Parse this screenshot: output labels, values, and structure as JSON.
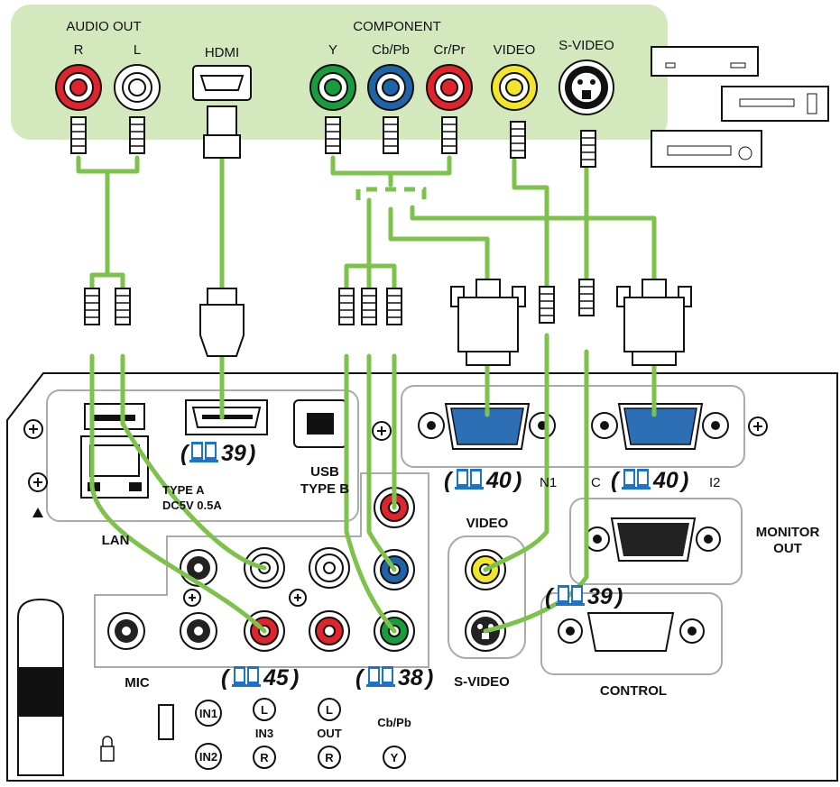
{
  "labels": {
    "audio_out": "AUDIO OUT",
    "r": "R",
    "l": "L",
    "hdmi": "HDMI",
    "component": "COMPONENT",
    "y": "Y",
    "cb_pb": "Cb/Pb",
    "cr_pr": "Cr/Pr",
    "video": "VIDEO",
    "s_video": "S-VIDEO",
    "type_a": "TYPE A",
    "dc5v": "DC5V 0.5A",
    "usb": "USB",
    "type_b": "TYPE B",
    "lan": "LAN",
    "computer_in1_suffix": "N1",
    "computer_in2_prefix": "C",
    "computer_in2_suffix": "I2",
    "video_port": "VIDEO",
    "s_video_port": "S-VIDEO",
    "monitor_out_1": "MONITOR",
    "monitor_out_2": "OUT",
    "control": "CONTROL",
    "mic": "MIC",
    "in1": "IN1",
    "in2": "IN2",
    "in3": "IN3",
    "out": "OUT",
    "l_circle": "L",
    "r_circle": "R",
    "y_circle": "Y",
    "cbpb_circle": "Cb/Pb"
  },
  "page_refs": {
    "hdmi": "39",
    "computer_in1": "40",
    "computer_in2": "40",
    "control": "39",
    "audio": "45",
    "component": "38"
  },
  "colors": {
    "panel_green": "#d3e8bc",
    "cable_green": "#7dc24b",
    "red": "#e0242b",
    "white": "#ffffff",
    "green": "#1a9c3e",
    "blue": "#1f63a8",
    "yellow": "#f2e52c",
    "vga_blue": "#2d6fb5",
    "book_blue": "#1b74c9"
  }
}
